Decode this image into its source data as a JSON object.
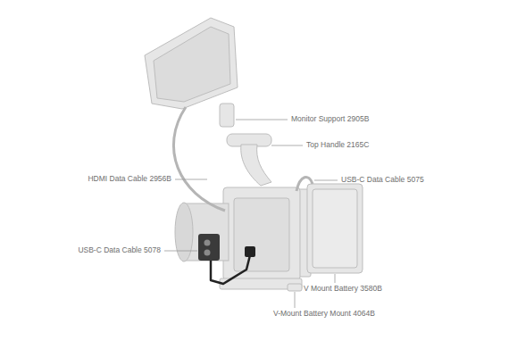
{
  "diagram": {
    "labels": [
      "Monitor Support 2905B",
      "Top Handle 2165C",
      "HDMI Data Cable 2956B",
      "USB-C Data Cable 5075",
      "USB-C Data Cable 5078",
      "V Mount Battery 3580B",
      "V-Mount Battery Mount 4064B"
    ]
  }
}
